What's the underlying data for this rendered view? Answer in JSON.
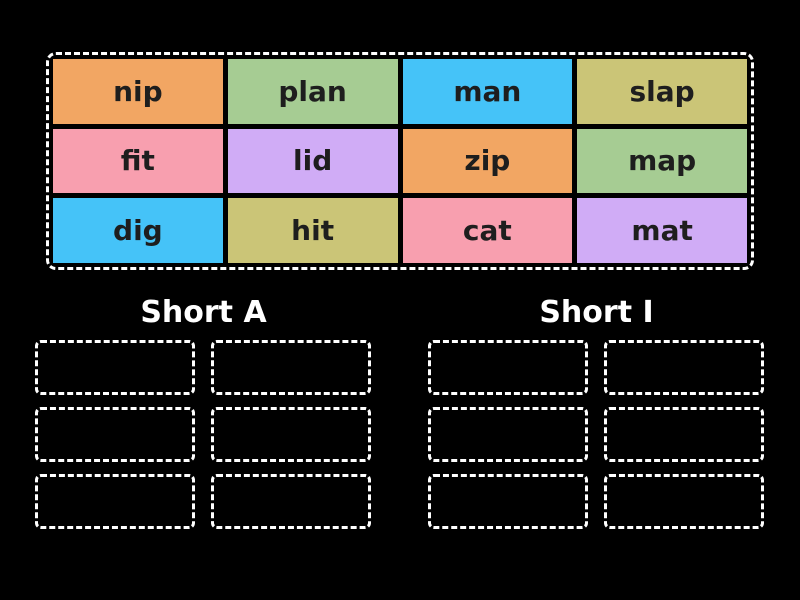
{
  "page": {
    "background_color": "#000000",
    "activity_type": "group-sort"
  },
  "word_pool": {
    "tiles": [
      {
        "word": "nip",
        "color": "#F2A663"
      },
      {
        "word": "plan",
        "color": "#A6CC93"
      },
      {
        "word": "man",
        "color": "#45C3F8"
      },
      {
        "word": "slap",
        "color": "#CBC577"
      },
      {
        "word": "fit",
        "color": "#F89FAF"
      },
      {
        "word": "lid",
        "color": "#D0ACF6"
      },
      {
        "word": "zip",
        "color": "#F2A663"
      },
      {
        "word": "map",
        "color": "#A6CC93"
      },
      {
        "word": "dig",
        "color": "#45C3F8"
      },
      {
        "word": "hit",
        "color": "#CBC577"
      },
      {
        "word": "cat",
        "color": "#F89FAF"
      },
      {
        "word": "mat",
        "color": "#D0ACF6"
      }
    ]
  },
  "groups": [
    {
      "label": "Short A",
      "empty_slots": 6
    },
    {
      "label": "Short I",
      "empty_slots": 6
    }
  ],
  "colors": {
    "border": "#FFFFFF",
    "tile_text": "#1E1E1E",
    "label_text": "#FFFFFF"
  }
}
